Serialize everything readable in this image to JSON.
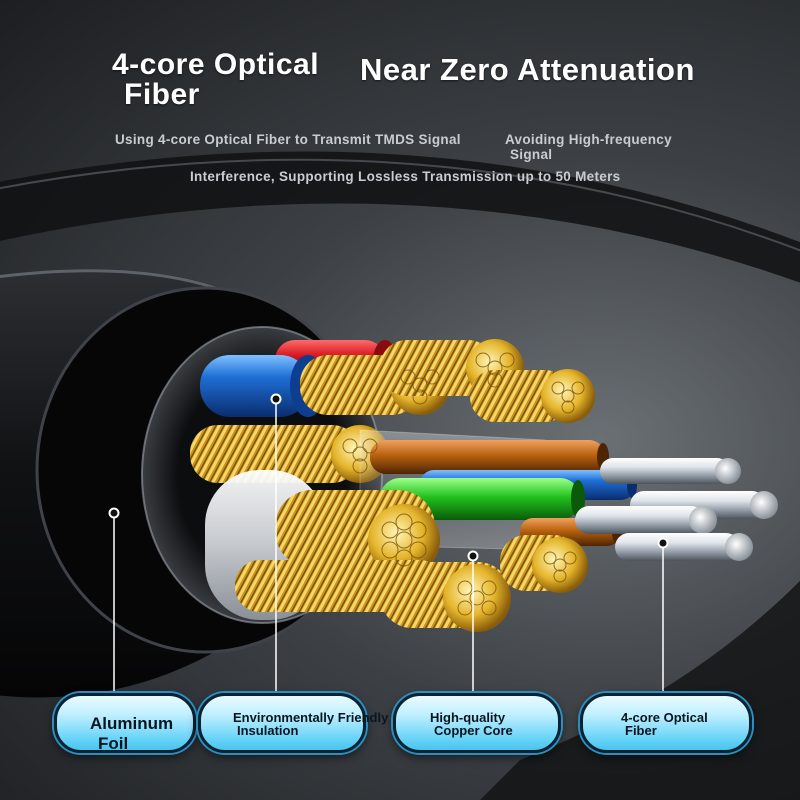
{
  "headline_left": [
    "4-core Optical",
    "Fiber"
  ],
  "headline_right": "Near Zero Attenuation",
  "subtitle": {
    "line1": "Using 4-core Optical Fiber to Transmit TMDS Signal",
    "line1b": [
      "Avoiding High-frequency",
      "Signal"
    ],
    "line2": "Interference, Supporting Lossless Transmission up to 50 Meters"
  },
  "labels": {
    "aluminum_foil": [
      "Aluminum",
      "Foil"
    ],
    "insulation": [
      "Environmentally Friendly",
      "Insulation"
    ],
    "copper_core": [
      "High-quality",
      "Copper Core"
    ],
    "optical_fiber": [
      "4-core Optical",
      "Fiber"
    ]
  },
  "colors": {
    "background": "#3d4145",
    "label_pill": "#66d3f7",
    "copper": "#d9a520",
    "insulation_blue": "#1f6fd6",
    "insulation_red": "#d3121c",
    "fiber_green": "#22c21e",
    "fiber_orange": "#b8620e"
  }
}
